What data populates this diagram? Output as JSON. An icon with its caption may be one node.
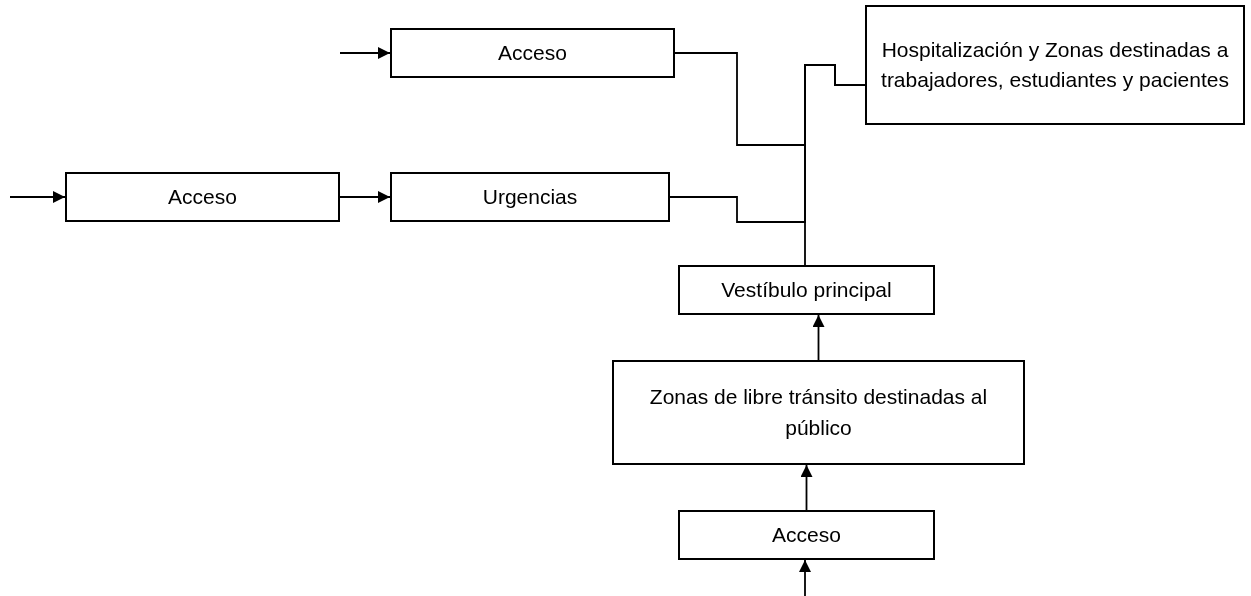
{
  "diagram": {
    "nodes": [
      {
        "text": [
          "Acceso"
        ]
      },
      {
        "text": [
          "Hospitalización y Zonas destinadas a trabajadores, estudiantes y pacientes"
        ]
      },
      {
        "text": [
          "Acceso"
        ]
      },
      {
        "text": [
          "Urgencias"
        ]
      },
      {
        "text": [
          "Vestíbulo principal"
        ]
      },
      {
        "text": [
          "Zonas de libre tránsito destinadas al público"
        ]
      },
      {
        "text": [
          "Acceso"
        ]
      }
    ],
    "edges": [
      {
        "from": null,
        "to": 0,
        "arrow": "to"
      },
      {
        "from": null,
        "to": 2,
        "arrow": "to"
      },
      {
        "from": 2,
        "to": 3,
        "arrow": "to"
      },
      {
        "from": 0,
        "to": 1,
        "arrow": "none"
      },
      {
        "from": 3,
        "to": 1,
        "arrow": "none"
      },
      {
        "from": 4,
        "to": 1,
        "arrow": "none"
      },
      {
        "from": 5,
        "to": 4,
        "arrow": "to"
      },
      {
        "from": 6,
        "to": 5,
        "arrow": "to"
      },
      {
        "from": null,
        "to": 6,
        "arrow": "to"
      }
    ]
  }
}
